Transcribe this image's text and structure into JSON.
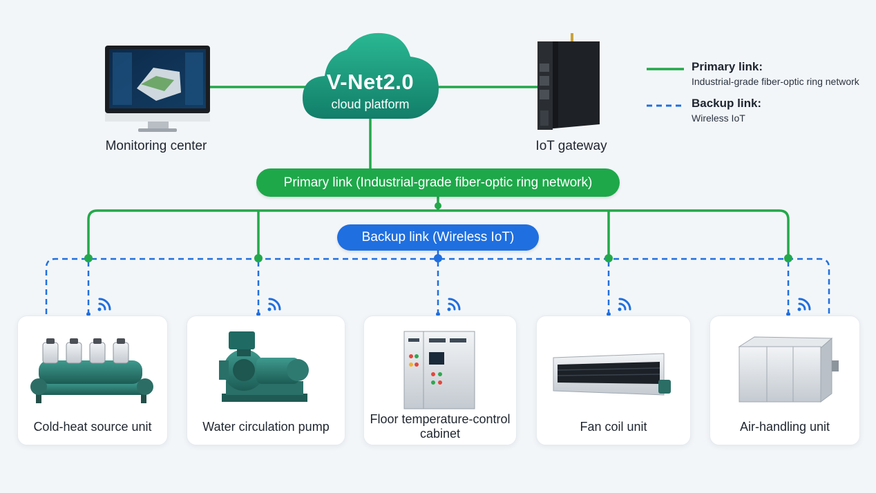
{
  "cloud": {
    "title": "V-Net2.0",
    "subtitle": "cloud platform"
  },
  "monitoring_center": {
    "label": "Monitoring center"
  },
  "iot_gateway": {
    "label": "IoT gateway"
  },
  "primary_bar": {
    "label": "Primary link (Industrial-grade fiber-optic ring network)"
  },
  "backup_bar": {
    "label": "Backup link (Wireless IoT)"
  },
  "legend": {
    "primary": {
      "title": "Primary link:",
      "desc": "Industrial-grade fiber-optic ring network"
    },
    "backup": {
      "title": "Backup link:",
      "desc": "Wireless IoT"
    }
  },
  "devices": [
    {
      "label": "Cold-heat source unit"
    },
    {
      "label": "Water circulation pump"
    },
    {
      "label": "Floor temperature-control cabinet"
    },
    {
      "label": "Fan coil unit"
    },
    {
      "label": "Air-handling unit"
    }
  ],
  "colors": {
    "primary_green": "#22a94a",
    "backup_blue": "#1f6fe0",
    "cloud_teal": "#1b9a7a"
  }
}
